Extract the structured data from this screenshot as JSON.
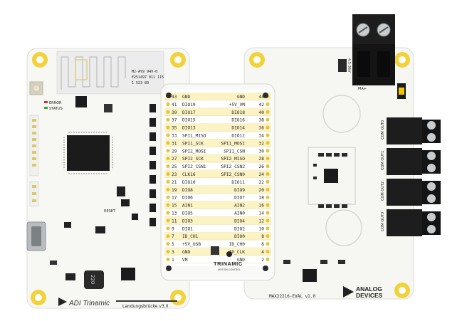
{
  "landungsbruecke": {
    "antenna_text": [
      "M2-A%9 94V-0",
      "E251497 011 115",
      "1 523 80"
    ],
    "led_labels": [
      "ERROR",
      "STATUS"
    ],
    "reset_label": "RESET",
    "inductor_label": "220",
    "logo_text": "ADI Trinamic",
    "board_name": "Landungsbrücke v3.0"
  },
  "connector_pins": {
    "left": [
      {
        "num": "43",
        "name": "GND"
      },
      {
        "num": "41",
        "name": "DIO19"
      },
      {
        "num": "39",
        "name": "DIO17"
      },
      {
        "num": "37",
        "name": "DIO15"
      },
      {
        "num": "35",
        "name": "DIO13"
      },
      {
        "num": "33",
        "name": "SPI1_MISO"
      },
      {
        "num": "31",
        "name": "SPI1_SCK"
      },
      {
        "num": "29",
        "name": "SPI2_MOSI"
      },
      {
        "num": "27",
        "name": "SPI2_SCK"
      },
      {
        "num": "25",
        "name": "SPI2_CSN1"
      },
      {
        "num": "23",
        "name": "CLK16"
      },
      {
        "num": "21",
        "name": "DIO10"
      },
      {
        "num": "19",
        "name": "DIO8"
      },
      {
        "num": "17",
        "name": "DIO6"
      },
      {
        "num": "15",
        "name": "AIN1"
      },
      {
        "num": "13",
        "name": "DIO5"
      },
      {
        "num": "11",
        "name": "DIO3"
      },
      {
        "num": "9",
        "name": "DIO1"
      },
      {
        "num": "7",
        "name": "ID_CH1"
      },
      {
        "num": "5",
        "name": "+5V_USB"
      },
      {
        "num": "3",
        "name": "GND"
      },
      {
        "num": "1",
        "name": "VM"
      }
    ],
    "right": [
      {
        "name": "GND",
        "num": "44"
      },
      {
        "name": "+5V_VM",
        "num": "42"
      },
      {
        "name": "DIO18",
        "num": "40"
      },
      {
        "name": "DIO16",
        "num": "38"
      },
      {
        "name": "DIO14",
        "num": "36"
      },
      {
        "name": "DIO12",
        "num": "34"
      },
      {
        "name": "SPI1_MOSI",
        "num": "32"
      },
      {
        "name": "SPI1_CSN",
        "num": "30"
      },
      {
        "name": "SPI2_MISO",
        "num": "28"
      },
      {
        "name": "SPI2_CSN2",
        "num": "26"
      },
      {
        "name": "SPI2_CSN0",
        "num": "24"
      },
      {
        "name": "DIO11",
        "num": "22"
      },
      {
        "name": "DIO9",
        "num": "20"
      },
      {
        "name": "DIO7",
        "num": "18"
      },
      {
        "name": "AIN2",
        "num": "16"
      },
      {
        "name": "AIN0",
        "num": "14"
      },
      {
        "name": "DIO4",
        "num": "12"
      },
      {
        "name": "DIO2",
        "num": "10"
      },
      {
        "name": "DIO0",
        "num": "8"
      },
      {
        "name": "ID_CH0",
        "num": "6"
      },
      {
        "name": "ID_CLK",
        "num": "4"
      },
      {
        "name": "GND",
        "num": "2"
      }
    ]
  },
  "trinamic": {
    "name": "TRINAMIC",
    "tagline": "MOTION CONTROL"
  },
  "eval_board": {
    "supply_label": "4.5-36V",
    "supply_terminal_label": "MA+",
    "outputs": [
      "COM OUT0",
      "COM OUT1",
      "COM OUT2",
      "COM OUT3"
    ],
    "board_name": "MAX22216-EVAL v1.0",
    "adi_logo": [
      "ANALOG",
      "DEVICES"
    ],
    "colors": {
      "pcb": "#f6f6f2",
      "terminal_block": "#1d1d1d",
      "screw": "#c8ccce",
      "mount_pad": "#f2d23a"
    }
  }
}
